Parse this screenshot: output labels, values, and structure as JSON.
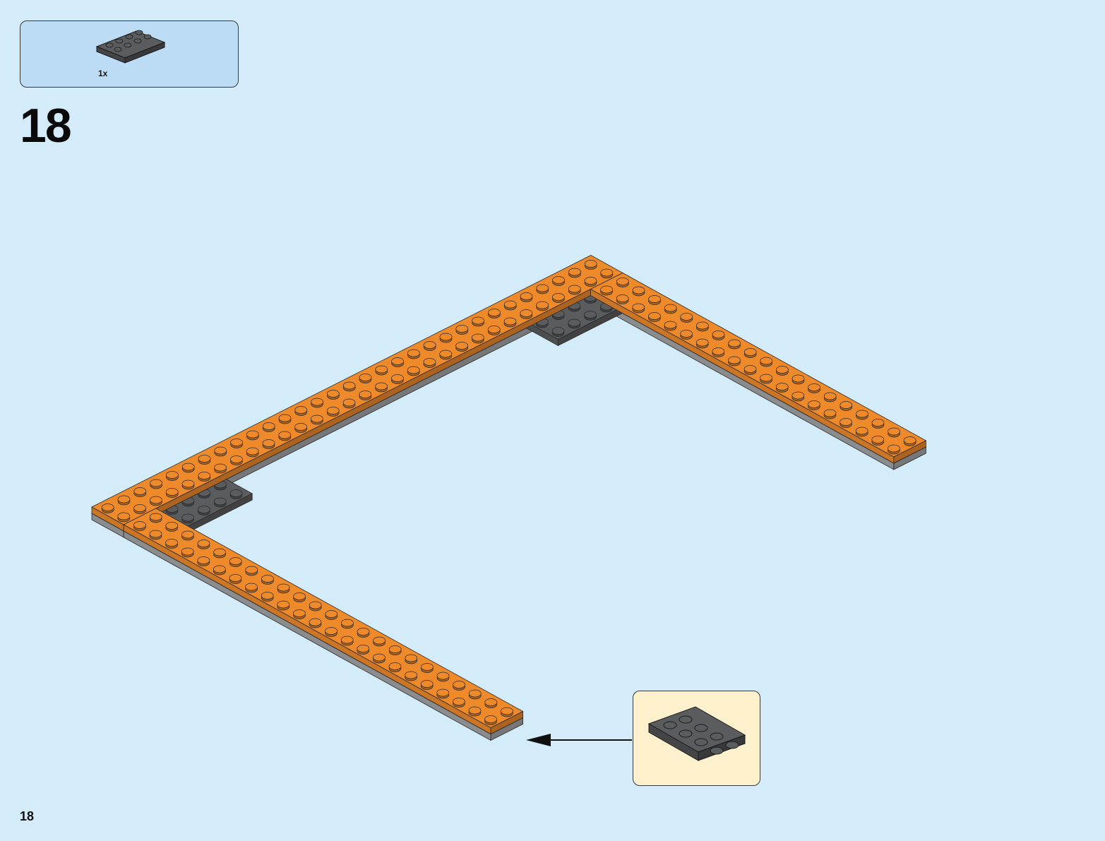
{
  "instruction": {
    "parts_list": {
      "count_label": "1x",
      "part_icon": "dark-gray-2x4-plate-icon"
    },
    "step_number": "18",
    "page_number": "18",
    "callout": {
      "part_icon": "dark-gray-2x4-plate-icon",
      "arrow_icon": "arrow-left-icon"
    }
  },
  "colors": {
    "background": "#d4ecfa",
    "parts_box": "#bcdbf4",
    "callout_box": "#fdf1cd",
    "orange_plate": "#ef8a2b",
    "dark_gray_plate": "#5b5c5d",
    "light_gray_plate": "#a3a5a6"
  }
}
